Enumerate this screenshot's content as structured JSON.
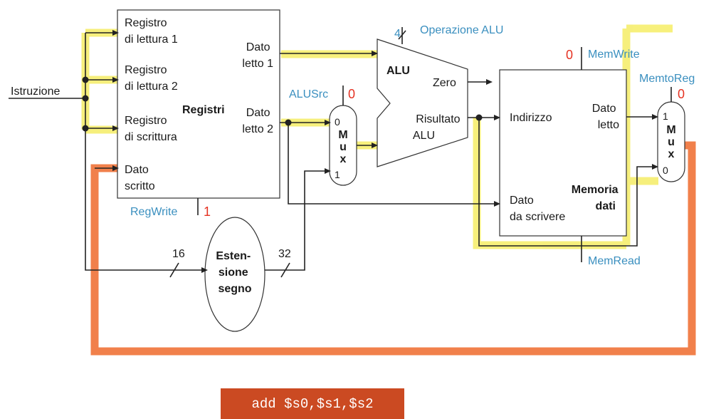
{
  "colors": {
    "highlight_yellow": "#f6ee6e",
    "highlight_orange": "#ee6a2c",
    "control_blue": "#3a8fbf",
    "control_red": "#e53222",
    "instruction_bg": "#cb4a22",
    "line": "#222222"
  },
  "input": {
    "istruzione": "Istruzione"
  },
  "registers": {
    "title": "Registri",
    "read_reg_1": [
      "Registro",
      "di lettura 1"
    ],
    "read_reg_2": [
      "Registro",
      "di lettura 2"
    ],
    "write_reg": [
      "Registro",
      "di scrittura"
    ],
    "write_data": [
      "Dato",
      "scritto"
    ],
    "read_data_1": [
      "Dato",
      "letto 1"
    ],
    "read_data_2": [
      "Dato",
      "letto 2"
    ]
  },
  "alu": {
    "title": "ALU",
    "zero": "Zero",
    "result": [
      "Risultato",
      "ALU"
    ],
    "operation_bits": "4",
    "operation_label": "Operazione ALU"
  },
  "memory": {
    "title": [
      "Memoria",
      "dati"
    ],
    "address": "Indirizzo",
    "write_data": [
      "Dato",
      "da scrivere"
    ],
    "read_data": [
      "Dato",
      "letto"
    ]
  },
  "sign_extend": {
    "title": [
      "Esten-",
      "sione",
      "segno"
    ],
    "in_bits": "16",
    "out_bits": "32"
  },
  "mux_alu": {
    "letters": [
      "M",
      "u",
      "x"
    ],
    "input0": "0",
    "input1": "1"
  },
  "mux_mem": {
    "letters": [
      "M",
      "u",
      "x"
    ],
    "input0": "0",
    "input1": "1"
  },
  "controls": {
    "regwrite": {
      "label": "RegWrite",
      "value": "1"
    },
    "alusrc": {
      "label": "ALUSrc",
      "value": "0"
    },
    "memwrite": {
      "label": "MemWrite",
      "value": "0"
    },
    "memread": {
      "label": "MemRead"
    },
    "memtoreg": {
      "label": "MemtoReg",
      "value": "0"
    }
  },
  "instruction": "add $s0,$s1,$s2"
}
